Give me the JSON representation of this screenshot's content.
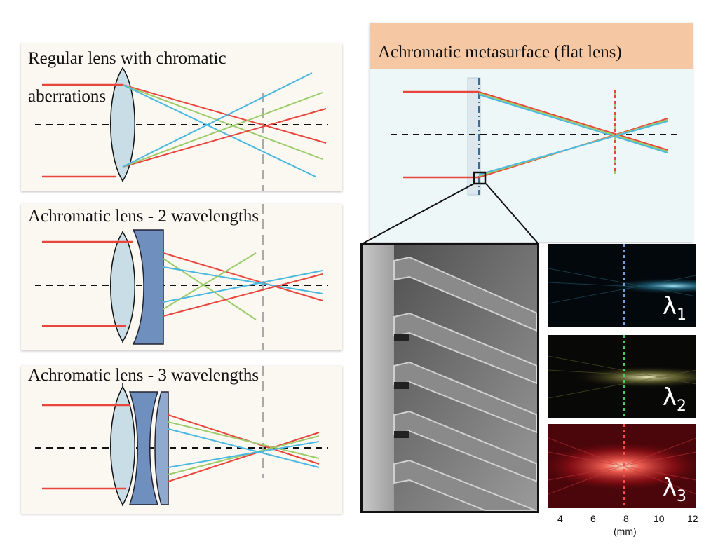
{
  "panels": {
    "regular": {
      "title_line1": "Regular lens with chromatic",
      "title_line2": "aberrations"
    },
    "achromatic2": {
      "title": "Achromatic lens - 2 wavelengths"
    },
    "achromatic3": {
      "title": "Achromatic lens - 3 wavelengths"
    },
    "metasurface": {
      "title": "Achromatic metasurface (flat lens)"
    }
  },
  "focus_maps": {
    "wavelength_symbol": "λ",
    "labels": [
      "1",
      "2",
      "3"
    ],
    "x_ticks": [
      "4",
      "6",
      "8",
      "10",
      "12"
    ],
    "x_unit": "(mm)"
  },
  "colors": {
    "red": "#e8453c",
    "green": "#9ccc6a",
    "blue": "#4ab8e0",
    "lens_fill": "#c8dde6",
    "plate_fill": "#6f8fbf",
    "meta_title_bg": "#f5c7a3"
  }
}
